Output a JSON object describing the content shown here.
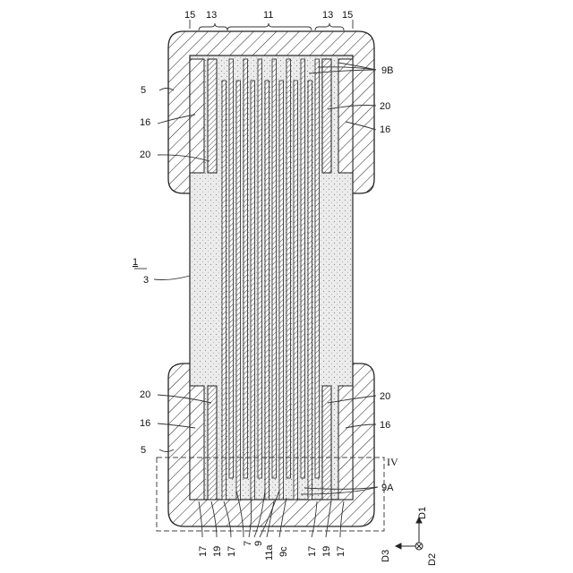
{
  "figure": {
    "ref_main": "1",
    "labels": {
      "l15a": "15",
      "l13a": "13",
      "l11": "11",
      "l13b": "13",
      "l15b": "15",
      "l9B": "9B",
      "l5top": "5",
      "l16tl": "16",
      "l20tl": "20",
      "l20tr": "20",
      "l16tr": "16",
      "l3": "3",
      "l20bl": "20",
      "l16bl": "16",
      "l5bot": "5",
      "l20br": "20",
      "l16br": "16",
      "lIV": "IV",
      "l9A": "9A",
      "b17a": "17",
      "b19a": "19",
      "b17b": "17",
      "b7": "7",
      "b9": "9",
      "b11a": "11a",
      "b9c": "9c",
      "b17c": "17",
      "b19b": "19",
      "b17d": "17",
      "D1": "D1",
      "D2": "D2",
      "D3": "D3"
    }
  }
}
